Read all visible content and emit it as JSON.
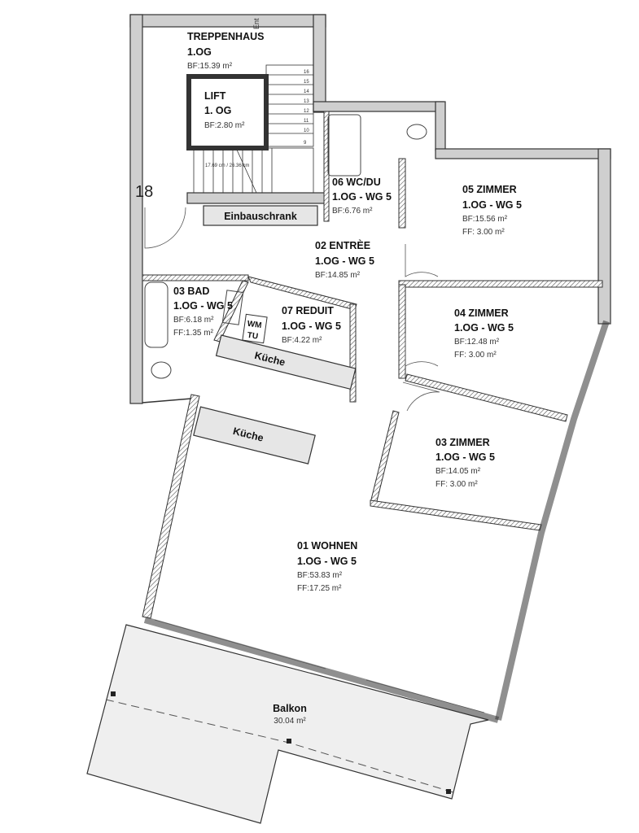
{
  "rooms": {
    "treppenhaus": {
      "name": "TREPPENHAUS",
      "floor": "1.OG",
      "bf": "BF:15.39 m²"
    },
    "lift": {
      "name": "LIFT",
      "floor": "1. OG",
      "bf": "BF:2.80 m²"
    },
    "wc_du": {
      "name": "06 WC/DU",
      "floor": "1.OG - WG 5",
      "bf": "BF:6.76 m²"
    },
    "zimmer05": {
      "name": "05 ZIMMER",
      "floor": "1.OG - WG 5",
      "bf": "BF:15.56 m²",
      "ff": "FF:  3.00 m²"
    },
    "entree": {
      "name": "02 ENTRÈE",
      "floor": "1.OG - WG 5",
      "bf": "BF:14.85 m²"
    },
    "bad": {
      "name": "03 BAD",
      "floor": "1.OG - WG 5",
      "bf": "BF:6.18 m²",
      "ff": "FF:1.35 m²"
    },
    "reduit": {
      "name": "07 REDUIT",
      "floor": "1.OG - WG 5",
      "bf": "BF:4.22 m²"
    },
    "zimmer04": {
      "name": "04 ZIMMER",
      "floor": "1.OG - WG 5",
      "bf": "BF:12.48 m²",
      "ff": "FF:  3.00 m²"
    },
    "zimmer03": {
      "name": "03 ZIMMER",
      "floor": "1.OG - WG 5",
      "bf": "BF:14.05 m²",
      "ff": "FF:  3.00 m²"
    },
    "wohnen": {
      "name": "01 WOHNEN",
      "floor": "1.OG - WG 5",
      "bf": "BF:53.83 m²",
      "ff": "FF:17.25 m²"
    },
    "balkon": {
      "name": "Balkon",
      "area": "30.04 m²"
    }
  },
  "fixtures": {
    "einbauschrank": "Einbauschrank",
    "kueche_band": "Küche",
    "kueche_island": "Küche",
    "wm": "WM",
    "tu": "TU"
  },
  "stairs": {
    "step_numbers": [
      "16",
      "15",
      "14",
      "13",
      "12",
      "11",
      "10",
      "9"
    ],
    "dimension": "17.69 cm / 26.36 cm",
    "axis_label": "18",
    "top_label": "Ent"
  }
}
